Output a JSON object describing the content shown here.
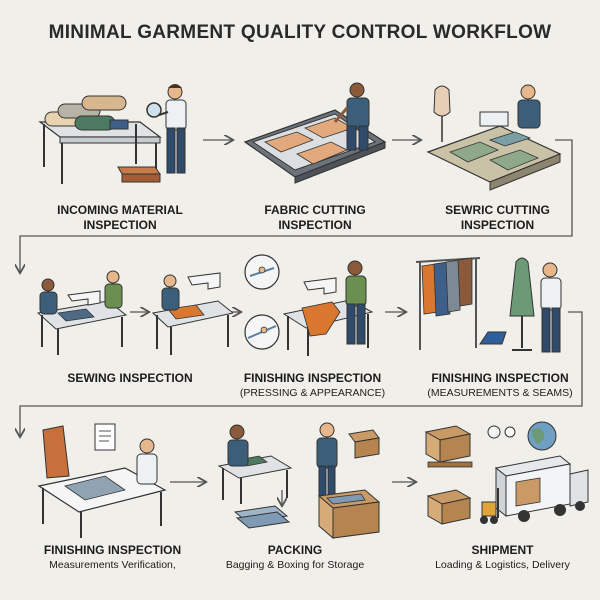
{
  "title": "MINIMAL GARMENT QUALITY CONTROL WORKFLOW",
  "stages": [
    {
      "line1": "INCOMING MATERIAL",
      "line2": "INSPECTION"
    },
    {
      "line1": "FABRIC CUTTING",
      "line2": "INSPECTION"
    },
    {
      "line1": "SEWRIC CUTTING",
      "line2": "INSPECTION"
    },
    {
      "line1": "SEWING INSPECTION",
      "line2": ""
    },
    {
      "line1": "FINISHING INSPECTION",
      "line2": "(PRESSING & APPEARANCE)"
    },
    {
      "line1": "FINISHING INSPECTION",
      "line2": "(MEASUREMENTS & SEAMS)"
    },
    {
      "line1": "FINISHING INSPECTION",
      "line2": "Measurements Verification,"
    },
    {
      "line1": "PACKING",
      "line2": "Bagging & Boxing for Storage"
    },
    {
      "line1": "SHIPMENT",
      "line2": "Loading & Logistics, Delivery"
    }
  ],
  "colors": {
    "background": "#f1efe9",
    "arrow": "#555555",
    "apron": "#3b5f7a",
    "table": "#d9dde0",
    "box": "#c99a66"
  }
}
